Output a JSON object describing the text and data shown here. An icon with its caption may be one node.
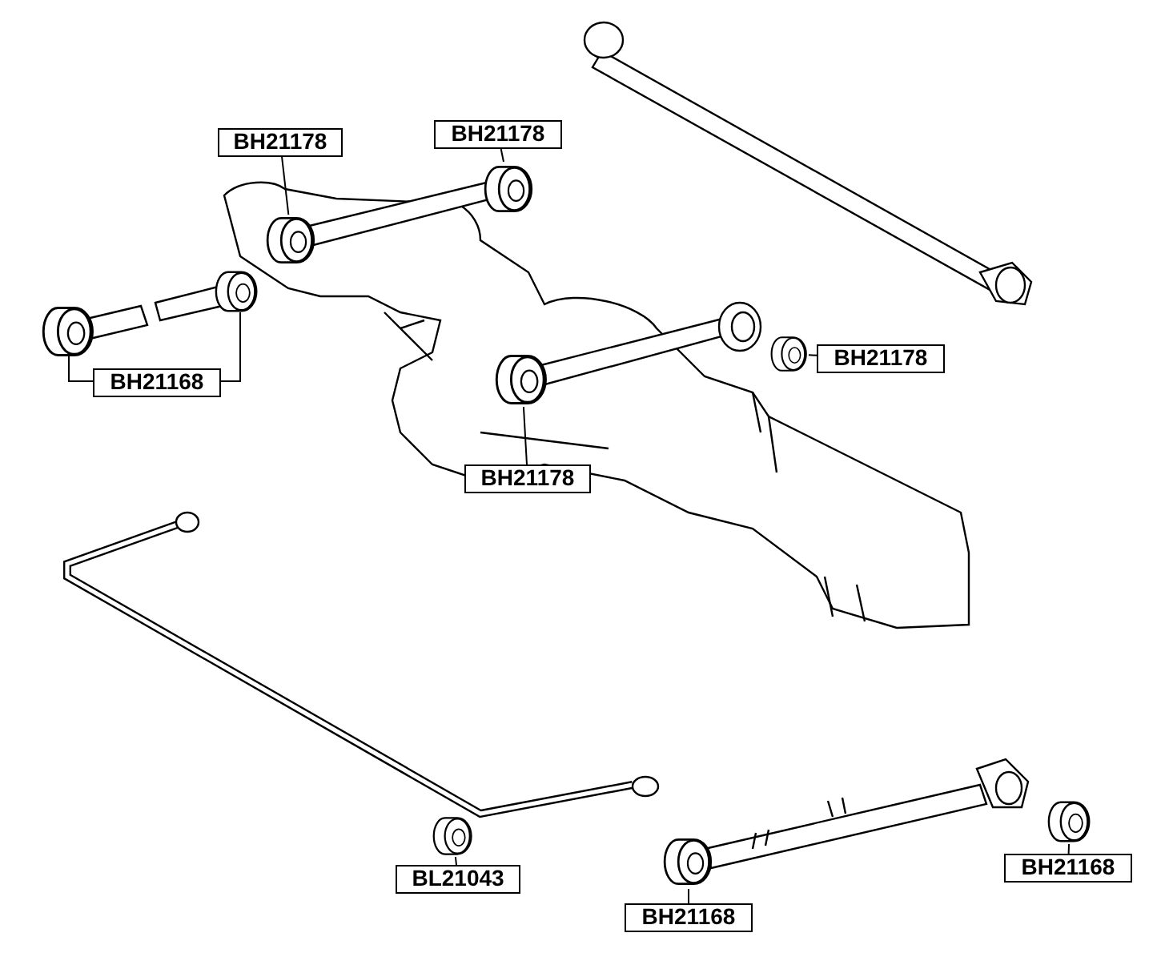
{
  "diagram": {
    "nodes": [
      {
        "text": [
          "BH21178"
        ]
      },
      {
        "text": [
          "BH21178"
        ]
      },
      {
        "text": [
          "BH21168"
        ]
      },
      {
        "text": [
          "BH21178"
        ]
      },
      {
        "text": [
          "BH21178"
        ]
      },
      {
        "text": [
          "BL21043"
        ]
      },
      {
        "text": [
          "BH21168"
        ]
      },
      {
        "text": [
          "BH21168"
        ]
      },
      {
        "text": [],
        "shape": "picture"
      },
      {
        "text": [],
        "shape": "picture"
      },
      {
        "text": [],
        "shape": "picture"
      },
      {
        "text": [],
        "shape": "picture"
      },
      {
        "text": [],
        "shape": "picture"
      },
      {
        "text": [],
        "shape": "picture"
      },
      {
        "text": [],
        "shape": "picture"
      },
      {
        "text": [],
        "shape": "picture"
      },
      {
        "text": [],
        "shape": "picture"
      }
    ],
    "edges": [
      {
        "from": 0,
        "to": 8,
        "arrow": "none"
      },
      {
        "from": 1,
        "to": 9,
        "arrow": "none"
      },
      {
        "from": 2,
        "to": 10,
        "arrow": "none"
      },
      {
        "from": 2,
        "to": 11,
        "arrow": "none"
      },
      {
        "from": 3,
        "to": 12,
        "arrow": "none"
      },
      {
        "from": 4,
        "to": 13,
        "arrow": "none"
      },
      {
        "from": 5,
        "to": 14,
        "arrow": "none"
      },
      {
        "from": 6,
        "to": 15,
        "arrow": "none"
      },
      {
        "from": 7,
        "to": 16,
        "arrow": "none"
      }
    ]
  }
}
